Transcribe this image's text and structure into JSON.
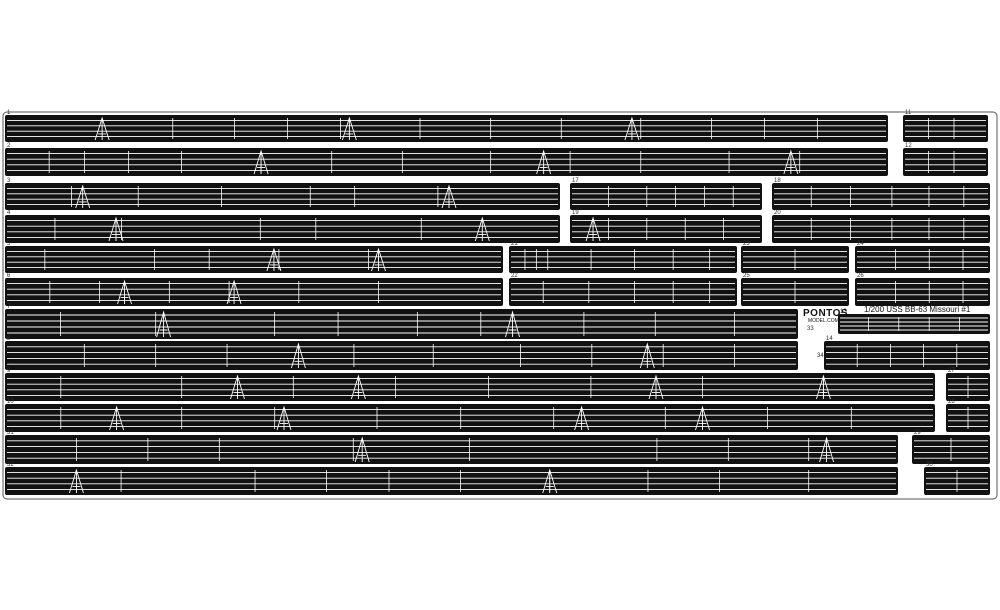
{
  "colors": {
    "sheet_bg": "#ffffff",
    "strip_fill": "#111111",
    "line": "#ffffff",
    "border": "#555555"
  },
  "brand": {
    "name": "PONTOS",
    "site": "MODEL.COM"
  },
  "title": "1/200 USS BB-63 Missouri #1",
  "part_labels": [
    "1",
    "2",
    "3",
    "4",
    "5",
    "6",
    "7",
    "8",
    "9",
    "10",
    "11",
    "12",
    "13",
    "14",
    "15",
    "16",
    "17",
    "18",
    "19",
    "20",
    "21",
    "22",
    "23",
    "24",
    "25",
    "26",
    "27",
    "28",
    "29",
    "30",
    "31",
    "32",
    "33",
    "34"
  ]
}
